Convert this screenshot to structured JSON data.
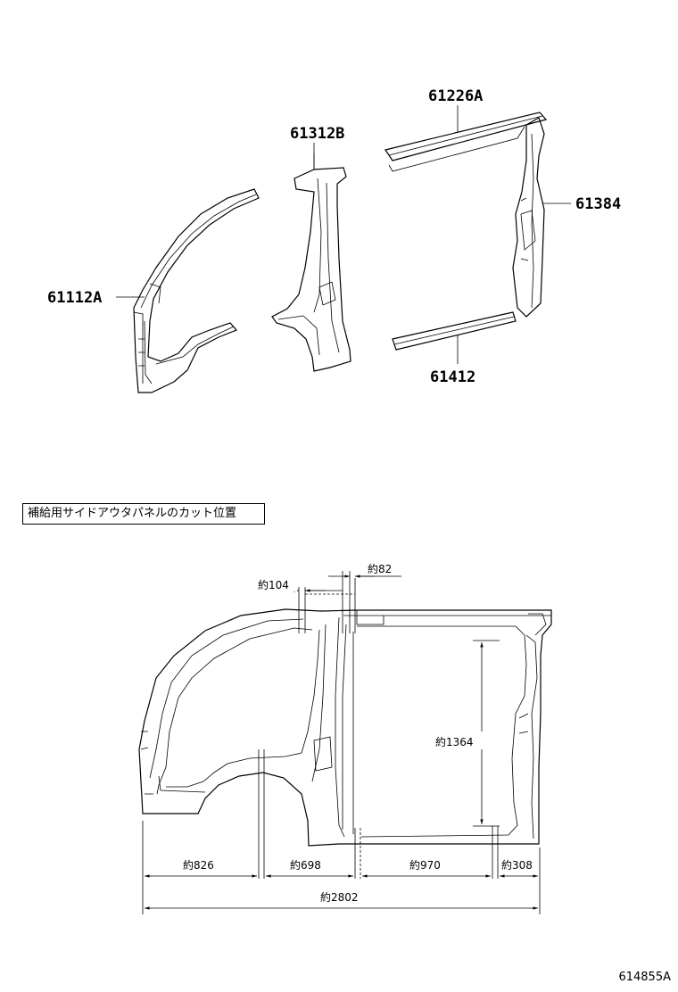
{
  "parts": {
    "p61226A": "61226A",
    "p61312B": "61312B",
    "p61384": "61384",
    "p61112A": "61112A",
    "p61412": "61412"
  },
  "caption": "補給用サイドアウタパネルのカット位置",
  "dimensions": {
    "d104": "約104",
    "d82": "約82",
    "d1364": "約1364",
    "d826": "約826",
    "d698": "約698",
    "d970": "約970",
    "d308": "約308",
    "d2802": "約2802"
  },
  "reference_code": "614855A"
}
